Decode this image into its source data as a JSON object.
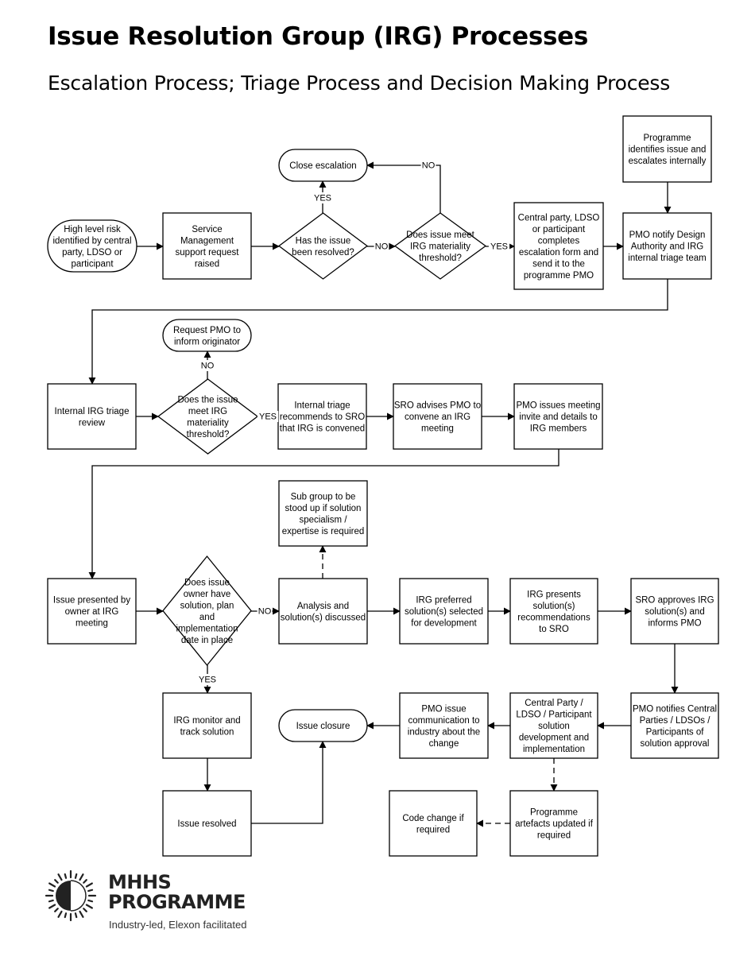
{
  "header": {
    "title": "Issue Resolution Group (IRG) Processes",
    "subtitle": "Escalation Process; Triage Process and Decision Making Process"
  },
  "diagram": {
    "nodes": [
      {
        "id": "high-level-risk",
        "shape": "terminal",
        "lines": [
          "High level risk",
          "identified by central",
          "party, LDSO or",
          "participant"
        ]
      },
      {
        "id": "service-management",
        "shape": "process",
        "lines": [
          "Service",
          "Management",
          "support request",
          "raised"
        ]
      },
      {
        "id": "has-issue-resolved",
        "shape": "decision",
        "lines": [
          "Has the issue",
          "been resolved?"
        ]
      },
      {
        "id": "close-escalation",
        "shape": "terminal",
        "lines": [
          "Close escalation"
        ]
      },
      {
        "id": "materiality-threshold-1",
        "shape": "decision",
        "lines": [
          "Does issue meet",
          "IRG materiality",
          "threshold?"
        ]
      },
      {
        "id": "escalation-form",
        "shape": "process",
        "lines": [
          "Central party, LDSO",
          "or participant",
          "completes",
          "escalation form and",
          "send it to the",
          "programme PMO"
        ]
      },
      {
        "id": "programme-identifies",
        "shape": "process",
        "lines": [
          "Programme",
          "identifies issue and",
          "escalates internally"
        ]
      },
      {
        "id": "pmo-notify",
        "shape": "process",
        "lines": [
          "PMO notify Design",
          "Authority and IRG",
          "internal triage team"
        ]
      },
      {
        "id": "internal-triage-review",
        "shape": "process",
        "lines": [
          "Internal IRG triage",
          "review"
        ]
      },
      {
        "id": "materiality-threshold-2",
        "shape": "decision",
        "lines": [
          "Does the issue",
          "meet IRG",
          "materiality",
          "threshold?"
        ]
      },
      {
        "id": "request-pmo-inform",
        "shape": "terminal",
        "lines": [
          "Request PMO to",
          "inform originator"
        ]
      },
      {
        "id": "triage-recommends",
        "shape": "process",
        "lines": [
          "Internal triage",
          "recommends to SRO",
          "that IRG is convened"
        ]
      },
      {
        "id": "sro-advises",
        "shape": "process",
        "lines": [
          "SRO advises PMO to",
          "convene an IRG",
          "meeting"
        ]
      },
      {
        "id": "pmo-issues-invite",
        "shape": "process",
        "lines": [
          "PMO issues meeting",
          "invite and details to",
          "IRG members"
        ]
      },
      {
        "id": "issue-presented",
        "shape": "process",
        "lines": [
          "Issue presented by",
          "owner at IRG",
          "meeting"
        ]
      },
      {
        "id": "owner-has-solution",
        "shape": "decision",
        "lines": [
          "Does issue",
          "owner have",
          "solution, plan",
          "and",
          "implementation",
          "date in place"
        ]
      },
      {
        "id": "analysis-discussed",
        "shape": "process",
        "lines": [
          "Analysis and",
          "solution(s) discussed"
        ]
      },
      {
        "id": "sub-group",
        "shape": "process",
        "lines": [
          "Sub group to be",
          "stood up if solution",
          "specialism /",
          "expertise is required"
        ]
      },
      {
        "id": "irg-preferred",
        "shape": "process",
        "lines": [
          "IRG preferred",
          "solution(s) selected",
          "for development"
        ]
      },
      {
        "id": "irg-presents",
        "shape": "process",
        "lines": [
          "IRG presents",
          "solution(s)",
          "recommendations",
          "to SRO"
        ]
      },
      {
        "id": "sro-approves",
        "shape": "process",
        "lines": [
          "SRO approves IRG",
          "solution(s) and",
          "informs PMO"
        ]
      },
      {
        "id": "irg-monitor",
        "shape": "process",
        "lines": [
          "IRG monitor and",
          "track solution"
        ]
      },
      {
        "id": "issue-resolved",
        "shape": "process",
        "lines": [
          "Issue resolved"
        ]
      },
      {
        "id": "issue-closure",
        "shape": "terminal",
        "lines": [
          "Issue closure"
        ]
      },
      {
        "id": "pmo-communication",
        "shape": "process",
        "lines": [
          "PMO issue",
          "communication to",
          "industry about the",
          "change"
        ]
      },
      {
        "id": "development-implementation",
        "shape": "process",
        "lines": [
          "Central Party /",
          "LDSO / Participant",
          "solution",
          "development and",
          "implementation"
        ]
      },
      {
        "id": "pmo-notifies-central",
        "shape": "process",
        "lines": [
          "PMO notifies Central",
          "Parties / LDSOs /",
          "Participants of",
          "solution approval"
        ]
      },
      {
        "id": "code-change",
        "shape": "process",
        "lines": [
          "Code change if",
          "required"
        ]
      },
      {
        "id": "programme-artefacts",
        "shape": "process",
        "lines": [
          "Programme",
          "artefacts updated if",
          "required"
        ]
      }
    ],
    "edges": [
      {
        "from": "high-level-risk",
        "to": "service-management",
        "label": "",
        "style": "solid"
      },
      {
        "from": "service-management",
        "to": "has-issue-resolved",
        "label": "",
        "style": "solid"
      },
      {
        "from": "has-issue-resolved",
        "to": "close-escalation",
        "label": "YES",
        "style": "solid"
      },
      {
        "from": "has-issue-resolved",
        "to": "materiality-threshold-1",
        "label": "NO",
        "style": "solid"
      },
      {
        "from": "materiality-threshold-1",
        "to": "close-escalation",
        "label": "NO",
        "style": "solid"
      },
      {
        "from": "materiality-threshold-1",
        "to": "escalation-form",
        "label": "YES",
        "style": "solid"
      },
      {
        "from": "escalation-form",
        "to": "pmo-notify",
        "label": "",
        "style": "solid"
      },
      {
        "from": "programme-identifies",
        "to": "pmo-notify",
        "label": "",
        "style": "solid"
      },
      {
        "from": "pmo-notify",
        "to": "internal-triage-review",
        "label": "",
        "style": "solid"
      },
      {
        "from": "internal-triage-review",
        "to": "materiality-threshold-2",
        "label": "",
        "style": "solid"
      },
      {
        "from": "materiality-threshold-2",
        "to": "request-pmo-inform",
        "label": "NO",
        "style": "solid"
      },
      {
        "from": "materiality-threshold-2",
        "to": "triage-recommends",
        "label": "YES",
        "style": "solid"
      },
      {
        "from": "triage-recommends",
        "to": "sro-advises",
        "label": "",
        "style": "solid"
      },
      {
        "from": "sro-advises",
        "to": "pmo-issues-invite",
        "label": "",
        "style": "solid"
      },
      {
        "from": "pmo-issues-invite",
        "to": "issue-presented",
        "label": "",
        "style": "solid"
      },
      {
        "from": "issue-presented",
        "to": "owner-has-solution",
        "label": "",
        "style": "solid"
      },
      {
        "from": "owner-has-solution",
        "to": "analysis-discussed",
        "label": "NO",
        "style": "solid"
      },
      {
        "from": "owner-has-solution",
        "to": "irg-monitor",
        "label": "YES",
        "style": "solid"
      },
      {
        "from": "analysis-discussed",
        "to": "sub-group",
        "label": "",
        "style": "dashed"
      },
      {
        "from": "analysis-discussed",
        "to": "irg-preferred",
        "label": "",
        "style": "solid"
      },
      {
        "from": "irg-preferred",
        "to": "irg-presents",
        "label": "",
        "style": "solid"
      },
      {
        "from": "irg-presents",
        "to": "sro-approves",
        "label": "",
        "style": "solid"
      },
      {
        "from": "sro-approves",
        "to": "pmo-notifies-central",
        "label": "",
        "style": "solid"
      },
      {
        "from": "pmo-notifies-central",
        "to": "development-implementation",
        "label": "",
        "style": "solid"
      },
      {
        "from": "development-implementation",
        "to": "pmo-communication",
        "label": "",
        "style": "solid"
      },
      {
        "from": "development-implementation",
        "to": "programme-artefacts",
        "label": "",
        "style": "dashed"
      },
      {
        "from": "programme-artefacts",
        "to": "code-change",
        "label": "",
        "style": "dashed"
      },
      {
        "from": "pmo-communication",
        "to": "issue-closure",
        "label": "",
        "style": "solid"
      },
      {
        "from": "irg-monitor",
        "to": "issue-resolved",
        "label": "",
        "style": "solid"
      },
      {
        "from": "issue-resolved",
        "to": "issue-closure",
        "label": "",
        "style": "solid"
      }
    ]
  },
  "logo": {
    "name_line1": "MHHS",
    "name_line2": "PROGRAMME",
    "tagline": "Industry-led, Elexon facilitated",
    "icon": "sun-half-icon",
    "color": "#222222"
  }
}
